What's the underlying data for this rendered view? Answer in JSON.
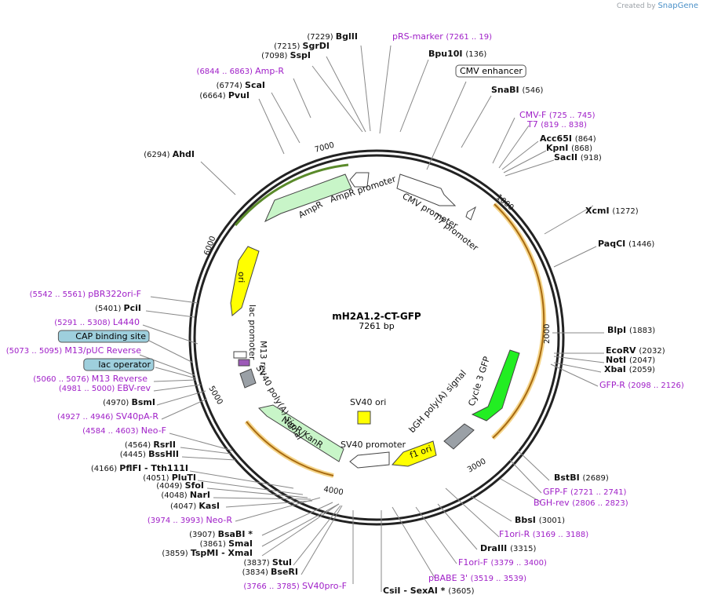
{
  "watermark": {
    "prefix": "Created by",
    "brand": "SnapGene"
  },
  "plasmid": {
    "name": "mH2A1.2-CT-GFP",
    "size_label": "7261 bp"
  },
  "colors": {
    "primer": "#a020c8",
    "ring": "#222222",
    "ori": "#ffff00",
    "promoter": "#ffffff",
    "marker": "#c8f5c8",
    "gfp": "#22ee22",
    "polyA": "#9aa0a6",
    "arc": "#c8811c",
    "boxed": "#9ecfdd"
  },
  "ticks": [
    "1000",
    "2000",
    "3000",
    "4000",
    "5000",
    "6000",
    "7000"
  ],
  "features": [
    "AmpR",
    "AmpR promoter",
    "CMV promoter",
    "T7 promoter",
    "ori",
    "lac promoter",
    "M13 rev",
    "SV40 poly(A) signal",
    "NeoR/KanR",
    "SV40 promoter",
    "SV40 ori",
    "f1 ori",
    "bGH poly(A) signal",
    "Cycle 3 GFP"
  ],
  "right_labels": [
    {
      "name": "pRS-marker",
      "pos": "(7261 .. 19)",
      "type": "primer"
    },
    {
      "name": "Bpu10I",
      "pos": "(136)",
      "type": "enzyme"
    },
    {
      "name": "CMV enhancer",
      "pos": "",
      "type": "box"
    },
    {
      "name": "SnaBI",
      "pos": "(546)",
      "type": "enzyme"
    },
    {
      "name": "CMV-F",
      "pos": "(725 .. 745)",
      "type": "primer"
    },
    {
      "name": "T7",
      "pos": "(819 .. 838)",
      "type": "primer"
    },
    {
      "name": "Acc65I",
      "pos": "(864)",
      "type": "enzyme"
    },
    {
      "name": "KpnI",
      "pos": "(868)",
      "type": "enzyme"
    },
    {
      "name": "SacII",
      "pos": "(918)",
      "type": "enzyme"
    },
    {
      "name": "XcmI",
      "pos": "(1272)",
      "type": "enzyme"
    },
    {
      "name": "PaqCI",
      "pos": "(1446)",
      "type": "enzyme"
    },
    {
      "name": "BlpI",
      "pos": "(1883)",
      "type": "enzyme"
    },
    {
      "name": "EcoRV",
      "pos": "(2032)",
      "type": "enzyme"
    },
    {
      "name": "NotI",
      "pos": "(2047)",
      "type": "enzyme"
    },
    {
      "name": "XbaI",
      "pos": "(2059)",
      "type": "enzyme"
    },
    {
      "name": "GFP-R",
      "pos": "(2098 .. 2126)",
      "type": "primer"
    },
    {
      "name": "BstBI",
      "pos": "(2689)",
      "type": "enzyme"
    },
    {
      "name": "GFP-F",
      "pos": "(2721 .. 2741)",
      "type": "primer"
    },
    {
      "name": "BGH-rev",
      "pos": "(2806 .. 2823)",
      "type": "primer"
    },
    {
      "name": "BbsI",
      "pos": "(3001)",
      "type": "enzyme"
    },
    {
      "name": "F1ori-R",
      "pos": "(3169 .. 3188)",
      "type": "primer"
    },
    {
      "name": "DraIII",
      "pos": "(3315)",
      "type": "enzyme"
    },
    {
      "name": "F1ori-F",
      "pos": "(3379 .. 3400)",
      "type": "primer"
    },
    {
      "name": "pBABE 3'",
      "pos": "(3519 .. 3539)",
      "type": "primer"
    },
    {
      "name": "CsiI - SexAI *",
      "pos": "(3605)",
      "type": "enzyme"
    }
  ],
  "left_labels": [
    {
      "name": "BglII",
      "pos": "(7229)",
      "type": "enzyme"
    },
    {
      "name": "SgrDI",
      "pos": "(7215)",
      "type": "enzyme"
    },
    {
      "name": "SspI",
      "pos": "(7098)",
      "type": "enzyme"
    },
    {
      "name": "Amp-R",
      "pos": "(6844 .. 6863)",
      "type": "primer"
    },
    {
      "name": "ScaI",
      "pos": "(6774)",
      "type": "enzyme"
    },
    {
      "name": "PvuI",
      "pos": "(6664)",
      "type": "enzyme"
    },
    {
      "name": "AhdI",
      "pos": "(6294)",
      "type": "enzyme"
    },
    {
      "name": "pBR322ori-F",
      "pos": "(5542 .. 5561)",
      "type": "primer"
    },
    {
      "name": "PciI",
      "pos": "(5401)",
      "type": "enzyme"
    },
    {
      "name": "L4440",
      "pos": "(5291 .. 5308)",
      "type": "primer"
    },
    {
      "name": "CAP binding site",
      "pos": "",
      "type": "box"
    },
    {
      "name": "M13/pUC Reverse",
      "pos": "(5073 .. 5095)",
      "type": "primer"
    },
    {
      "name": "lac operator",
      "pos": "",
      "type": "box"
    },
    {
      "name": "M13 Reverse",
      "pos": "(5060 .. 5076)",
      "type": "primer"
    },
    {
      "name": "EBV-rev",
      "pos": "(4981 .. 5000)",
      "type": "primer"
    },
    {
      "name": "BsmI",
      "pos": "(4970)",
      "type": "enzyme"
    },
    {
      "name": "SV40pA-R",
      "pos": "(4927 .. 4946)",
      "type": "primer"
    },
    {
      "name": "Neo-F",
      "pos": "(4584 .. 4603)",
      "type": "primer"
    },
    {
      "name": "RsrII",
      "pos": "(4564)",
      "type": "enzyme"
    },
    {
      "name": "BssHII",
      "pos": "(4445)",
      "type": "enzyme"
    },
    {
      "name": "PflFI - Tth111I",
      "pos": "(4166)",
      "type": "enzyme"
    },
    {
      "name": "PluTI",
      "pos": "(4051)",
      "type": "enzyme"
    },
    {
      "name": "SfoI",
      "pos": "(4049)",
      "type": "enzyme"
    },
    {
      "name": "NarI",
      "pos": "(4048)",
      "type": "enzyme"
    },
    {
      "name": "KasI",
      "pos": "(4047)",
      "type": "enzyme"
    },
    {
      "name": "Neo-R",
      "pos": "(3974 .. 3993)",
      "type": "primer"
    },
    {
      "name": "BsaBI *",
      "pos": "(3907)",
      "type": "enzyme"
    },
    {
      "name": "SmaI",
      "pos": "(3861)",
      "type": "enzyme"
    },
    {
      "name": "TspMI - XmaI",
      "pos": "(3859)",
      "type": "enzyme"
    },
    {
      "name": "StuI",
      "pos": "(3837)",
      "type": "enzyme"
    },
    {
      "name": "BseRI",
      "pos": "(3834)",
      "type": "enzyme"
    },
    {
      "name": "SV40pro-F",
      "pos": "(3766 .. 3785)",
      "type": "primer"
    }
  ]
}
